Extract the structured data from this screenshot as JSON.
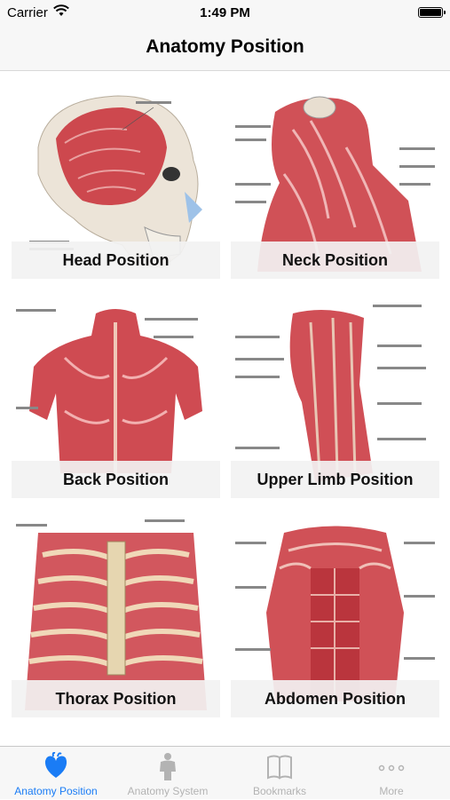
{
  "status": {
    "carrier": "Carrier",
    "time": "1:49 PM",
    "battery_level": 1.0
  },
  "nav": {
    "title": "Anatomy Position"
  },
  "tiles": [
    {
      "label": "Head Position"
    },
    {
      "label": "Neck Position"
    },
    {
      "label": "Back Position"
    },
    {
      "label": "Upper Limb Position"
    },
    {
      "label": "Thorax Position"
    },
    {
      "label": "Abdomen Position"
    }
  ],
  "tabs": [
    {
      "label": "Anatomy Position",
      "icon": "heart-icon",
      "active": true
    },
    {
      "label": "Anatomy System",
      "icon": "body-icon",
      "active": false
    },
    {
      "label": "Bookmarks",
      "icon": "book-icon",
      "active": false
    },
    {
      "label": "More",
      "icon": "more-dots-icon",
      "active": false
    }
  ],
  "colors": {
    "accent": "#1a7cf5",
    "inactive": "#b3b3b3",
    "muscle": "#c8323a",
    "bar": "#f7f7f7"
  }
}
